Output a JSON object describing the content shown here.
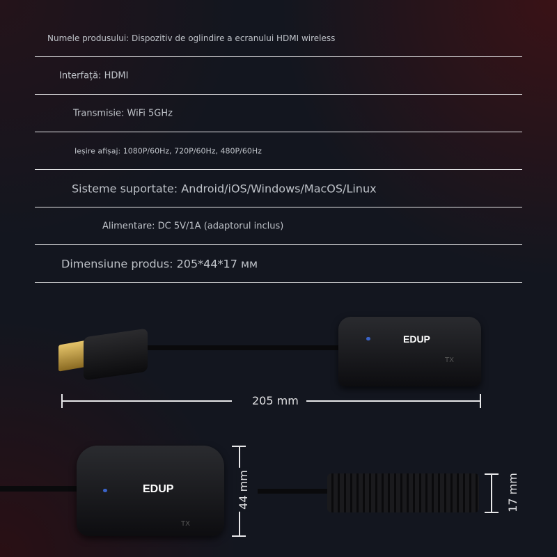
{
  "specs": [
    "Numele produsului: Dispozitiv de oglindire a ecranului HDMI wireless",
    "Interfață: HDMI",
    "Transmisie: WiFi 5GHz",
    "Ieșire afișaj: 1080P/60Hz, 720P/60Hz, 480P/60Hz",
    "Sisteme suportate: Android/iOS/Windows/MacOS/Linux",
    "Alimentare: DC 5V/1A (adaptorul inclus)",
    "Dimensiune produs: 205*44*17 мм"
  ],
  "product": {
    "brand": "EDUP",
    "unit_label": "TX",
    "led_color": "#3a63c8"
  },
  "dimensions": {
    "length": "205 mm",
    "width": "44 mm",
    "height": "17 mm"
  }
}
